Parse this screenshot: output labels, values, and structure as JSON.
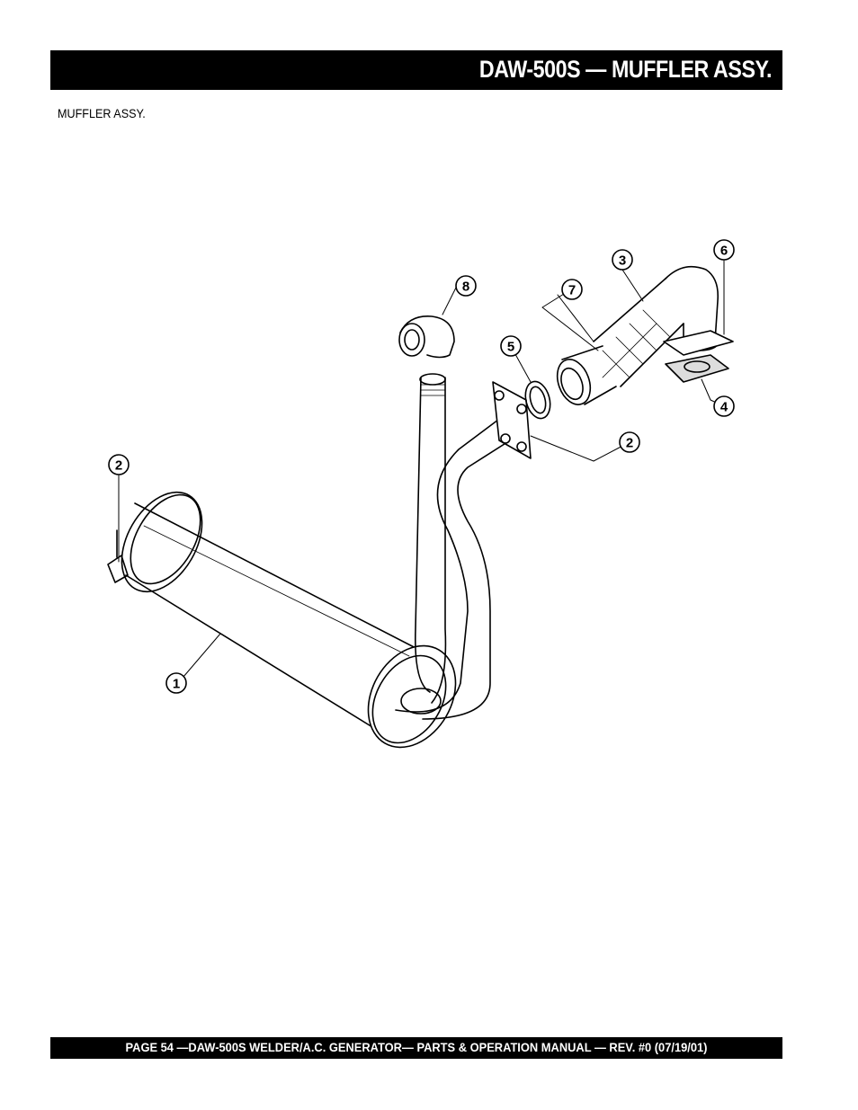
{
  "header": {
    "title": "DAW-500S  — MUFFLER ASSY."
  },
  "section": {
    "subtitle": "MUFFLER  ASSY."
  },
  "callouts": [
    "1",
    "2",
    "2",
    "3",
    "4",
    "5",
    "6",
    "7",
    "8"
  ],
  "footer": {
    "text": "PAGE 54 —DAW-500S  WELDER/A.C. GENERATOR— PARTS & OPERATION MANUAL — REV. #0 (07/19/01)"
  }
}
